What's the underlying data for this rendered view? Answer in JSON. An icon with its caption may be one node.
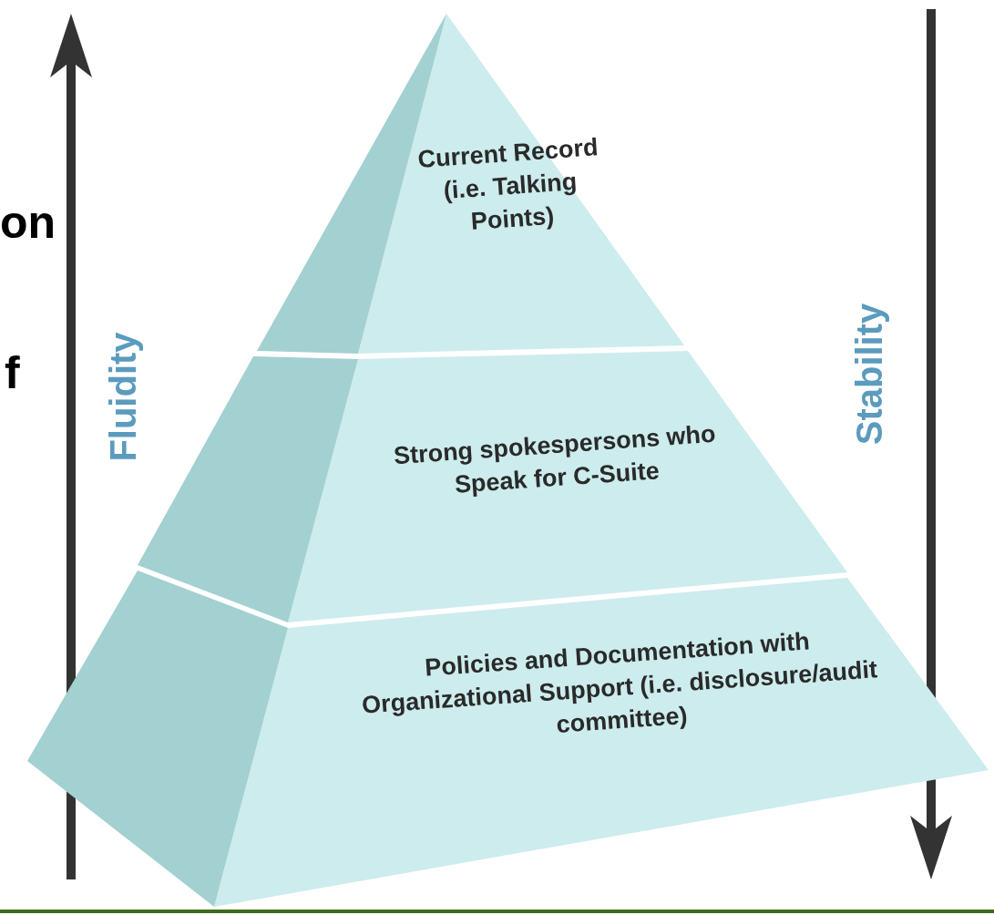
{
  "diagram": {
    "nodes": [
      {
        "text": [
          "Current Record (i.e. Talking Points)"
        ]
      },
      {
        "text": [
          "Strong spokespersons who Speak for C-Suite"
        ]
      },
      {
        "text": [
          "Policies and Documentation with Organizational Support (i.e. disclosure/audit committee)"
        ]
      }
    ],
    "labels": [
      "on",
      "f",
      "Fluidity",
      "Stability"
    ]
  }
}
